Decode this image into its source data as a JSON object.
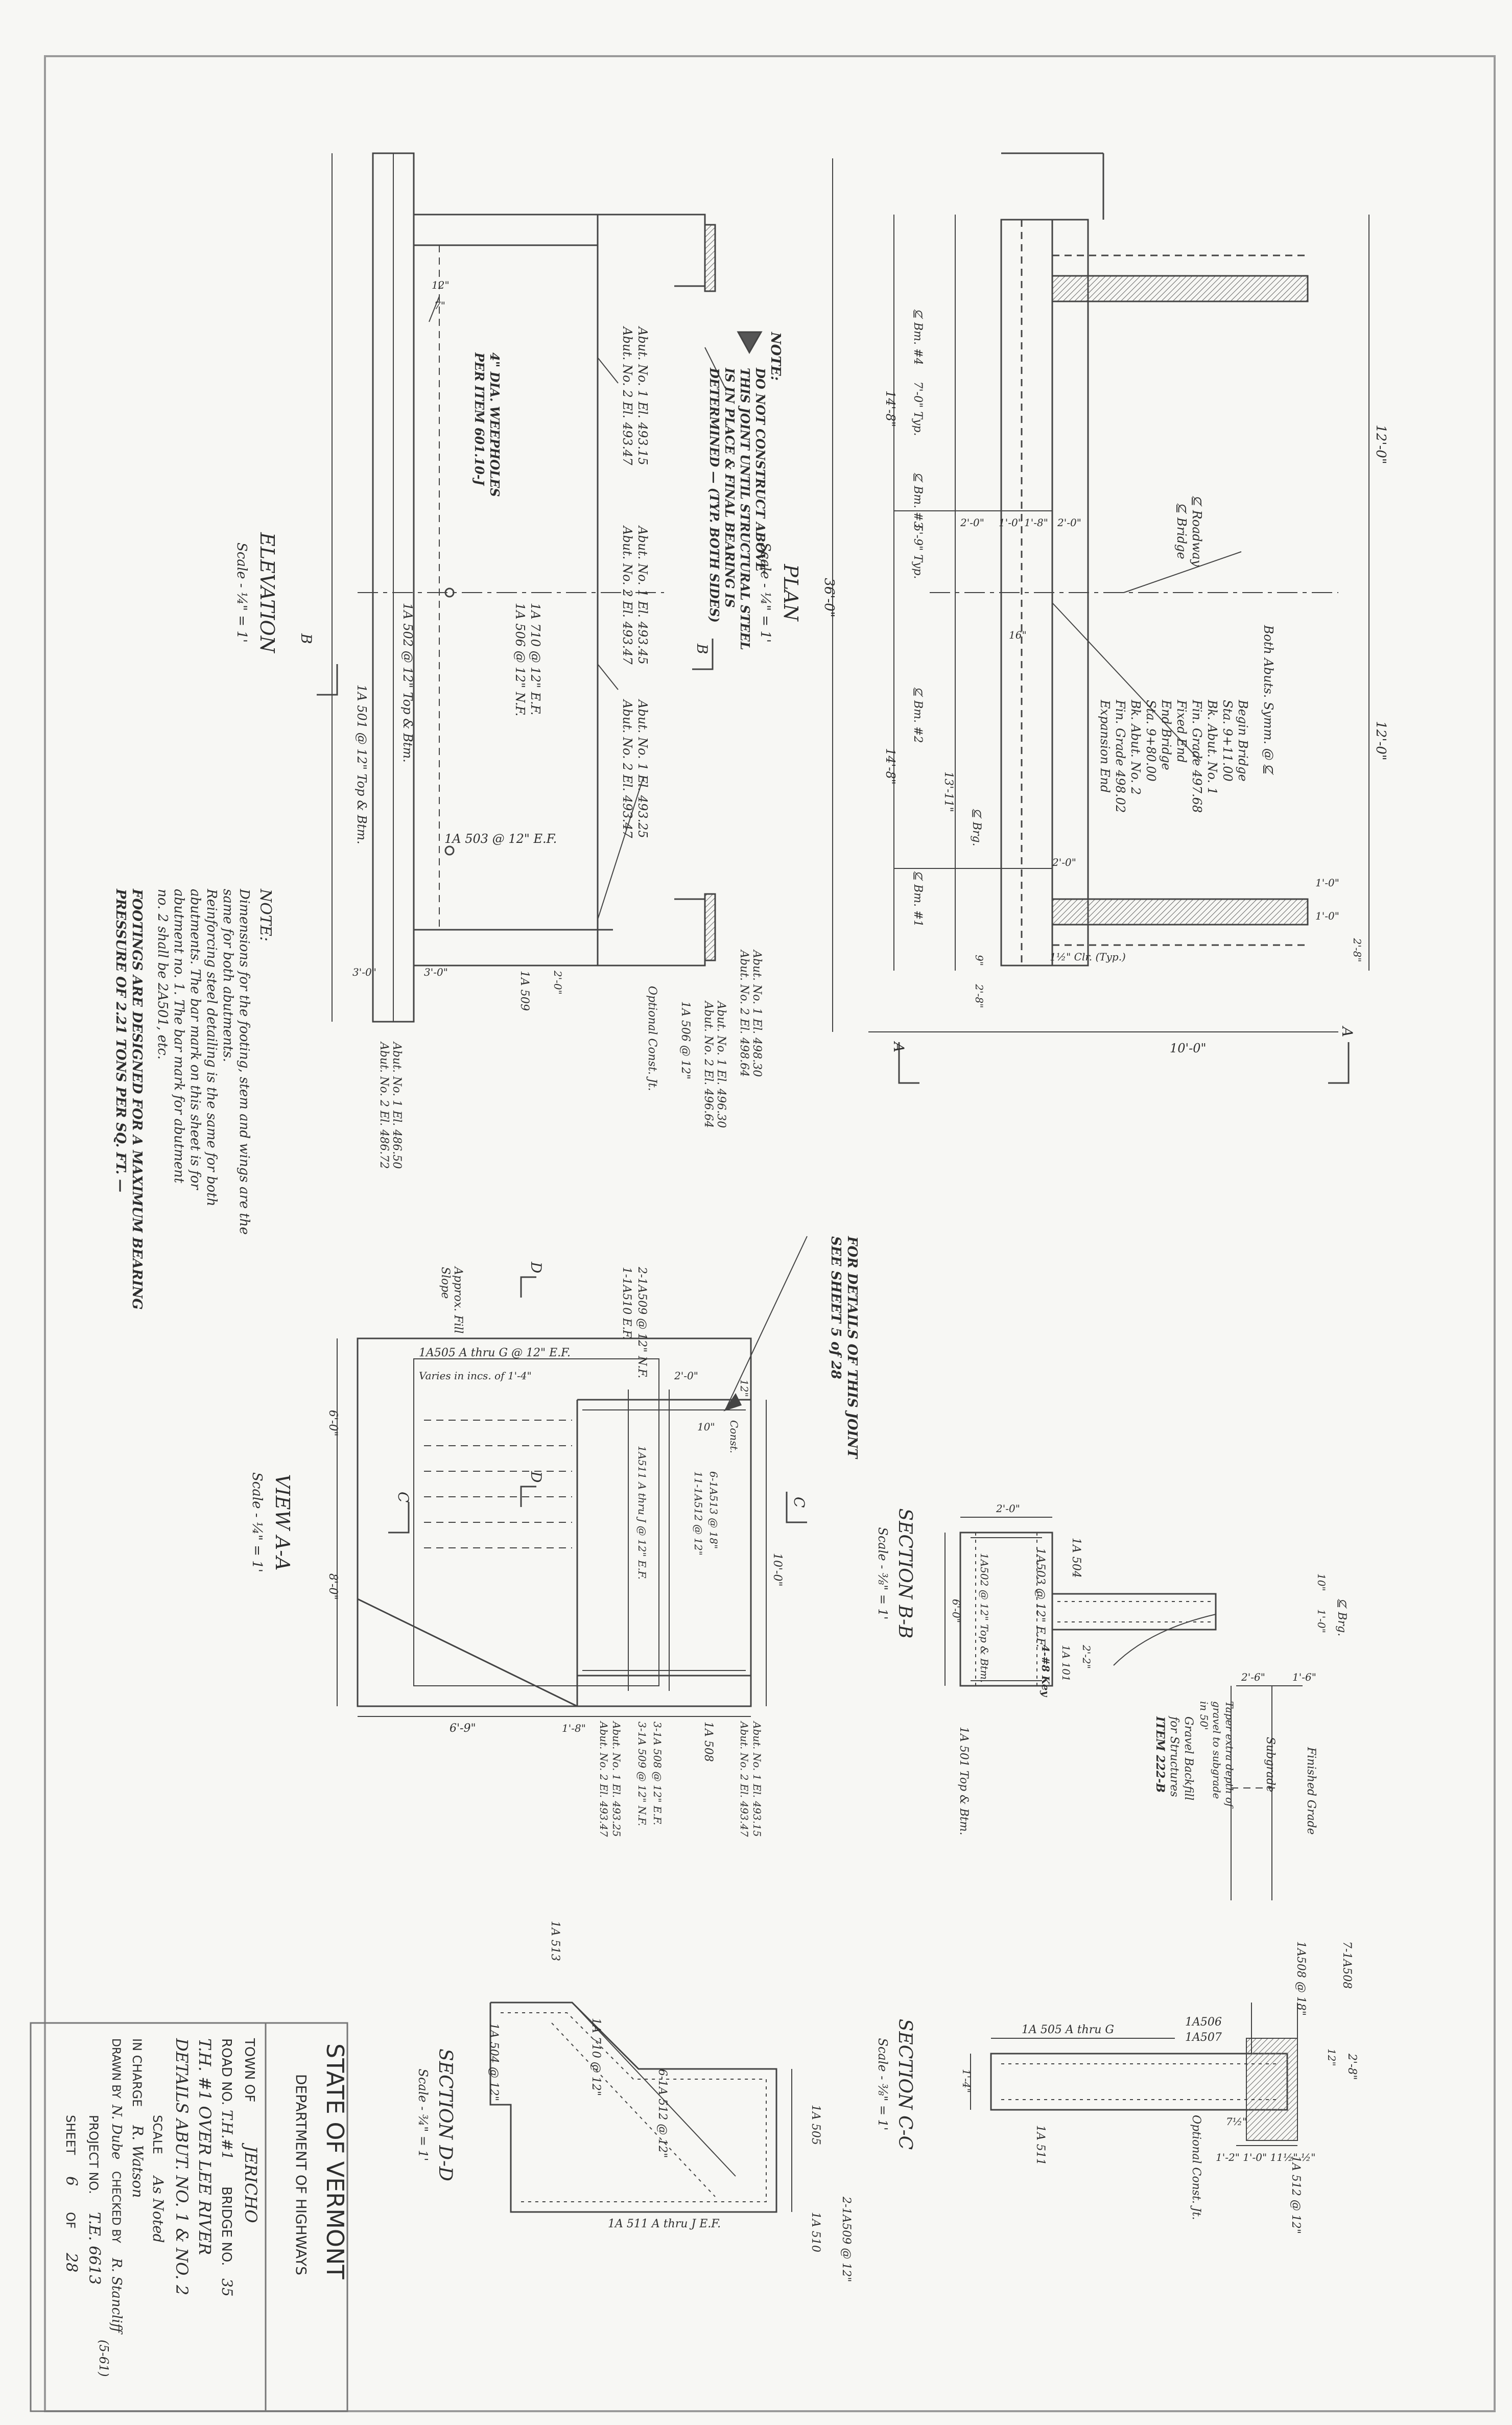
{
  "plan": {
    "title": "PLAN",
    "scale": "Scale - ¼\" = 1'",
    "dims": {
      "overall": "36'-0\"",
      "half1": "12'-0\"",
      "half2": "12'-0\"",
      "w1": "14'-8\"",
      "w2": "14'-8\"",
      "bm4": "⊈ Bm. #4",
      "bm3": "⊈ Bm. #3",
      "bm2": "⊈ Bm. #2",
      "bm1": "⊈ Bm. #1",
      "typ1": "7'-0\" Typ.",
      "typ2": "5'-9\" Typ.",
      "d13": "13'-11\"",
      "end": "10'-0\"",
      "s28": "2'-8\"",
      "s10": "1'-0\"",
      "s10b": "1'-0\"",
      "s20a": "2'-0\"",
      "s20b": "2'-0\"",
      "s20c": "2'-0\"",
      "s18": "1'-8\"",
      "s10c": "1'-0\"",
      "s9": "9\"",
      "s28b": "2'-8\"",
      "s16": "16\"",
      "clr": "1½\" Clr. (Typ.)",
      "brg": "⊈ Brg."
    },
    "notes": {
      "roadway": "⊈ Roadway",
      "bridge": "⊈ Bridge",
      "symm": "Both Abuts. Symm. @ ⊈",
      "sta": [
        "Begin Bridge",
        "Sta. 9+11.00",
        "Bk. Abut. No. 1",
        "Fin. Grade 497.68",
        "Fixed End",
        "End Bridge",
        "Sta. 9+80.00",
        "Bk. Abut. No. 2",
        "Fin. Grade 498.02",
        "Expansion End"
      ]
    },
    "section_arrow": "A"
  },
  "elevation": {
    "title": "ELEVATION",
    "scale": "Scale - ¼\" = 1'",
    "section_mark": "B",
    "note_title": "NOTE:",
    "note_lines": [
      "DO NOT CONSTRUCT ABOVE",
      "THIS JOINT UNTIL STRUCTURAL STEEL",
      "IS IN PLACE & FINAL BEARING IS",
      "DETERMINED — (TYP. BOTH SIDES)"
    ],
    "weep": [
      "4\" DIA. WEEPHOLES",
      "PER ITEM 601.10-J"
    ],
    "dim12": "12\"",
    "dim7": "7\"",
    "labels": {
      "abut_top1": [
        "Abut. No. 1 El. 493.15",
        "Abut. No. 2 El. 493.47"
      ],
      "abut_mid1": [
        "Abut. No. 1 El. 493.45",
        "Abut. No. 2 El. 493.47"
      ],
      "abut_mid2": [
        "Abut. No. 1 El. 493.25",
        "Abut. No. 2 El. 493.47"
      ],
      "bar1": "1A 710 @ 12\" E.F.",
      "bar2": "1A 506 @ 12\" N.F.",
      "bar3": "1A 502 @ 12\" Top & Btm.",
      "bar4": "1A 503 @ 12\" E.F.",
      "bar5": "1A 501 @ 12\" Top & Btm.",
      "abut_r1": [
        "Abut. No. 1 El. 498.30",
        "Abut. No. 2 El. 498.64"
      ],
      "abut_r2": [
        "Abut. No. 1 El. 496.30",
        "Abut. No. 2 El. 496.64"
      ],
      "bar6": "1A 506 @ 12\"",
      "opt": "Optional Const. Jt.",
      "bar7": "1A 509",
      "abut_foot": [
        "Abut. No. 1 El. 486.50",
        "Abut. No. 2 El. 486.72"
      ],
      "d30": "3'-0\"",
      "d3": "3'-0\"",
      "d20": "2'-0\""
    }
  },
  "general_note": {
    "title": "NOTE:",
    "lines": [
      "Dimensions for the footing, stem and wings are the",
      "same for both abutments.",
      "Reinforcing steel detailing is the same for both",
      "abutments. The bar mark on this sheet is for",
      "abutment no. 1. The bar mark for abutment",
      "no. 2 shall be 2A501, etc."
    ],
    "footing": [
      "FOOTINGS ARE DESIGNED FOR A MAXIMUM BEARING",
      "PRESSURE OF 2.21 TONS PER SQ. FT. —"
    ]
  },
  "view_aa": {
    "title": "VIEW A-A",
    "scale": "Scale - ¼\" = 1'",
    "joint_note": [
      "FOR DETAILS OF THIS JOINT",
      "SEE SHEET 5 of 28"
    ],
    "labels": {
      "approx": [
        "Approx. Fill",
        "Slope"
      ],
      "bar1": "1A505 A thru G @ 12\" E.F.",
      "bar1b": "Varies in incs. of 1'-4\"",
      "bar2": "2-1A509 @ 12\" N.F.",
      "bar3": "1-1A510 E.F.",
      "bar4": "1A511 A thru J @ 12\" E.F.",
      "bar5": "6-1A513 @ 18\"",
      "bar6": "11-1A512 @ 12\"",
      "bar7": "1A 508",
      "bar8": "3-1A 508 @ 12\" E.F.",
      "bar9": "3-1A 509 @ 12\" N.F.",
      "abut1": [
        "Abut. No. 1 El. 493.15",
        "Abut. No. 2 El. 493.47"
      ],
      "abut2": [
        "Abut. No. 1 El. 493.25",
        "Abut. No. 2 El. 493.47"
      ],
      "d60": "6'-0\"",
      "d80": "8'-0\"",
      "d69": "6'-9\"",
      "d18": "1'-8\"",
      "d100": "10'-0\"",
      "d20": "2'-0\"",
      "d12": "12\"",
      "d10": "10\"",
      "const": "Const.",
      "cut_c": "C",
      "cut_d": "D",
      "cut_g": "C"
    }
  },
  "section_bb": {
    "title": "SECTION B-B",
    "scale": "Scale - ⅜\" = 1'",
    "labels": {
      "bar1": "1A 504",
      "bar2": "1A503 @ 12\" E.F.",
      "bar3": "1A502 @ 12\" Top & Btm.",
      "bar4": "1A 501 Top & Btm.",
      "bar5": "1A 101",
      "bar6": "4-#8 Key",
      "gravel": [
        "Gravel Backfill",
        "for Structures",
        "ITEM 222-B"
      ],
      "taper": [
        "Taper extra depth of",
        "gravel to subgrade",
        "in 50'"
      ],
      "subgrade": [
        "Subgrade",
        "Finished Grade"
      ],
      "brg": "⊈ Brg.",
      "d20": "2'-0\"",
      "d60": "6'-0\"",
      "d26": "2'-6\"",
      "d16": "1'-6\"",
      "d10": "10\"",
      "d1": "1'-0\"",
      "d2": "2'-2\""
    }
  },
  "section_cc": {
    "title": "SECTION C-C",
    "scale": "Scale - ⅜\" = 1'",
    "labels": {
      "bar1": "1A 505 A thru G",
      "bar2": "1A506",
      "bar3": "1A507",
      "bar4": "1A 511",
      "bar5": "1A508 @ 18\"",
      "bar6": "7-1A508",
      "bar7": "1A 512 @ 12\"",
      "opt": "Optional Const. Jt.",
      "d28": "2'-8\"",
      "d12": "12\"",
      "d14": "1'-4\"",
      "d72": "7½\"",
      "dims": "1'-2\"   1'-0\"   11½\"   ½\""
    }
  },
  "section_dd": {
    "title": "SECTION D-D",
    "scale": "Scale - ¾\" = 1'",
    "labels": {
      "bar1": "1A 513",
      "bar2": "1A 710 @ 12\"",
      "bar3": "1A 504 @ 12\"",
      "bar4": "6-1A 512 @ 12\"",
      "bar5": "1A 511 A thru J E.F.",
      "bar6": "2-1A509 @ 12\"",
      "bar7": "1A 505",
      "bar8": "1A 510"
    }
  },
  "title_block": {
    "state": "STATE OF VERMONT",
    "dept": "DEPARTMENT OF HIGHWAYS",
    "town_label": "TOWN OF",
    "town": "JERICHO",
    "road_label": "ROAD NO.",
    "road": "T.H.#1",
    "bridge_label": "BRIDGE NO.",
    "bridge": "35",
    "line1": "T.H. #1 OVER LEE RIVER",
    "line2": "DETAILS ABUT. NO. 1 & NO. 2",
    "scale_label": "SCALE",
    "scale": "As Noted",
    "charge_label": "IN CHARGE",
    "charge": "R. Watson",
    "drawn_label": "DRAWN BY",
    "drawn": "N. Dube",
    "checked_label": "CHECKED BY",
    "checked": "R. Stancliff",
    "checked_date": "(5-61)",
    "project_label": "PROJECT NO.",
    "project": "T.E. 6613",
    "sheet_label": "SHEET",
    "sheet": "6",
    "of_label": "OF",
    "of": "28"
  }
}
